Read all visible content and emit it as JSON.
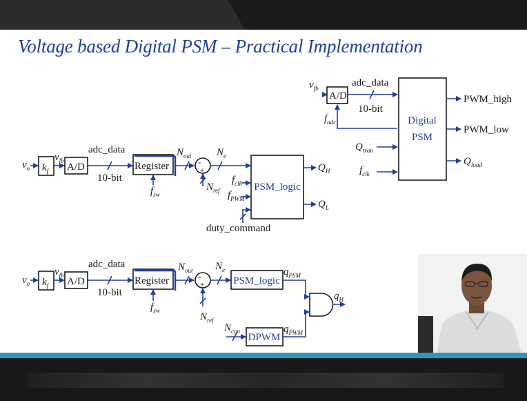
{
  "slide": {
    "title": "Voltage based Digital PSM – Practical Implementation"
  },
  "top_right": {
    "v_fb": "v",
    "v_fb_sub": "fb",
    "ad_label": "A/D",
    "adc_data": "adc_data",
    "bits": "10-bit",
    "f_adc": "f",
    "f_adc_sub": "adc",
    "psm_block_line1": "Digital",
    "psm_block_line2": "PSM",
    "q_tran": "Q",
    "q_tran_sub": "tran",
    "f_clk": "f",
    "f_clk_sub": "clk",
    "out_high": "PWM_high",
    "out_low": "PWM_low",
    "out_load": "Q",
    "out_load_sub": "load"
  },
  "middle": {
    "vo": "v",
    "vo_sub": "o",
    "kf": "k",
    "kf_sub": "f",
    "vfb": "v",
    "vfb_sub": "fb",
    "ad_label": "A/D",
    "adc_data": "adc_data",
    "bits": "10-bit",
    "register": "Register",
    "fsw": "f",
    "fsw_sub": "sw",
    "nout": "N",
    "nout_sub": "out",
    "minus": "-",
    "plus": "+",
    "nref": "N",
    "nref_sub": "ref",
    "ne": "N",
    "ne_sub": "e",
    "fclk": "f",
    "fclk_sub": "clk",
    "fpwm": "f",
    "fpwm_sub": "PWM",
    "logic": "PSM_logic",
    "qh": "Q",
    "qh_sub": "H",
    "ql": "Q",
    "ql_sub": "L",
    "duty": "duty_command"
  },
  "bottom_diagram": {
    "vo": "v",
    "vo_sub": "o",
    "kf": "k",
    "kf_sub": "f",
    "vfb": "v",
    "vfb_sub": "fb",
    "ad_label": "A/D",
    "adc_data": "adc_data",
    "bits": "10-bit",
    "register": "Register",
    "fsw": "f",
    "fsw_sub": "sw",
    "nout": "N",
    "nout_sub": "out",
    "minus": "-",
    "plus": "+",
    "nref": "N",
    "nref_sub": "ref",
    "ne": "N",
    "ne_sub": "e",
    "logic": "PSM_logic",
    "qpsm": "q",
    "qpsm_sub": "PSM",
    "ncon": "N",
    "ncon_sub": "con",
    "dpwm": "DPWM",
    "qpwm": "q",
    "qpwm_sub": "PWM",
    "qh": "q",
    "qh_sub": "H"
  },
  "colors": {
    "line": "#1f3ea0",
    "text": "#1a1a1a",
    "title": "#1f3ea0",
    "accent": "#2a9bb5"
  }
}
